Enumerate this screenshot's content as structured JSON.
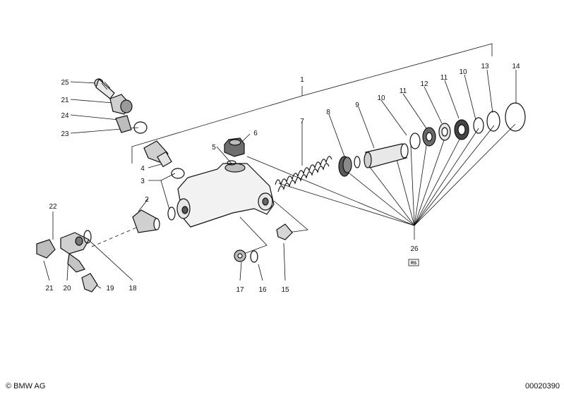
{
  "callouts": {
    "c1": "1",
    "c2": "2",
    "c3": "3",
    "c4": "4",
    "c5": "5",
    "c6": "6",
    "c7": "7",
    "c8": "8",
    "c9": "9",
    "c10a": "10",
    "c10b": "10",
    "c11a": "11",
    "c11b": "11",
    "c12": "12",
    "c13": "13",
    "c14": "14",
    "c15": "15",
    "c16": "16",
    "c17": "17",
    "c18": "18",
    "c19": "19",
    "c20": "20",
    "c21a": "21",
    "c21b": "21",
    "c22": "22",
    "c23": "23",
    "c24": "24",
    "c25": "25",
    "c26": "26"
  },
  "rs_badge": "RS",
  "footer": {
    "copyright": "© BMW AG",
    "diagram_number": "00020390"
  }
}
